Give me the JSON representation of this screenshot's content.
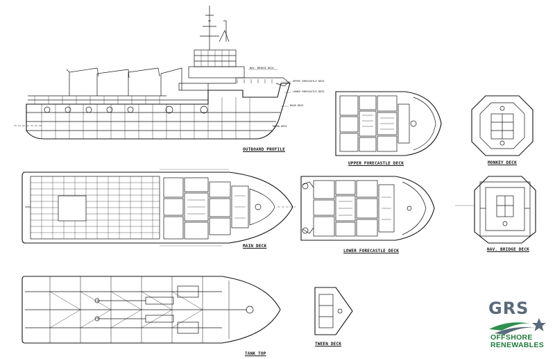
{
  "labels": {
    "outboard_profile": "OUTBOARD PROFILE",
    "upper_forecastle_deck": "UPPER FORECASTLE DECK",
    "monkey_deck": "MONKEY DECK",
    "main_deck": "MAIN DECK",
    "lower_forecastle_deck": "LOWER FORECASTLE DECK",
    "nav_bridge_deck": "NAV. BRIDGE DECK",
    "tank_top": "TANK TOP",
    "tween_deck": "TWEEN DECK"
  },
  "profile_callouts": {
    "nav_bridge": "NAV. BRIDGE DECK",
    "upper_fc": "UPPER FORECASTLE DECK",
    "lower_fc": "LOWER FORECASTLE DECK",
    "main": "MAIN DECK",
    "tween": "TWEEN DECK"
  },
  "logo": {
    "brand": "GRS",
    "line1": "OFFSHORE",
    "line2": "RENEWABLES",
    "colors": {
      "grs": "#5a6a7a",
      "tagline": "#1f7a3a",
      "swoosh": "#2f8f4e"
    }
  }
}
